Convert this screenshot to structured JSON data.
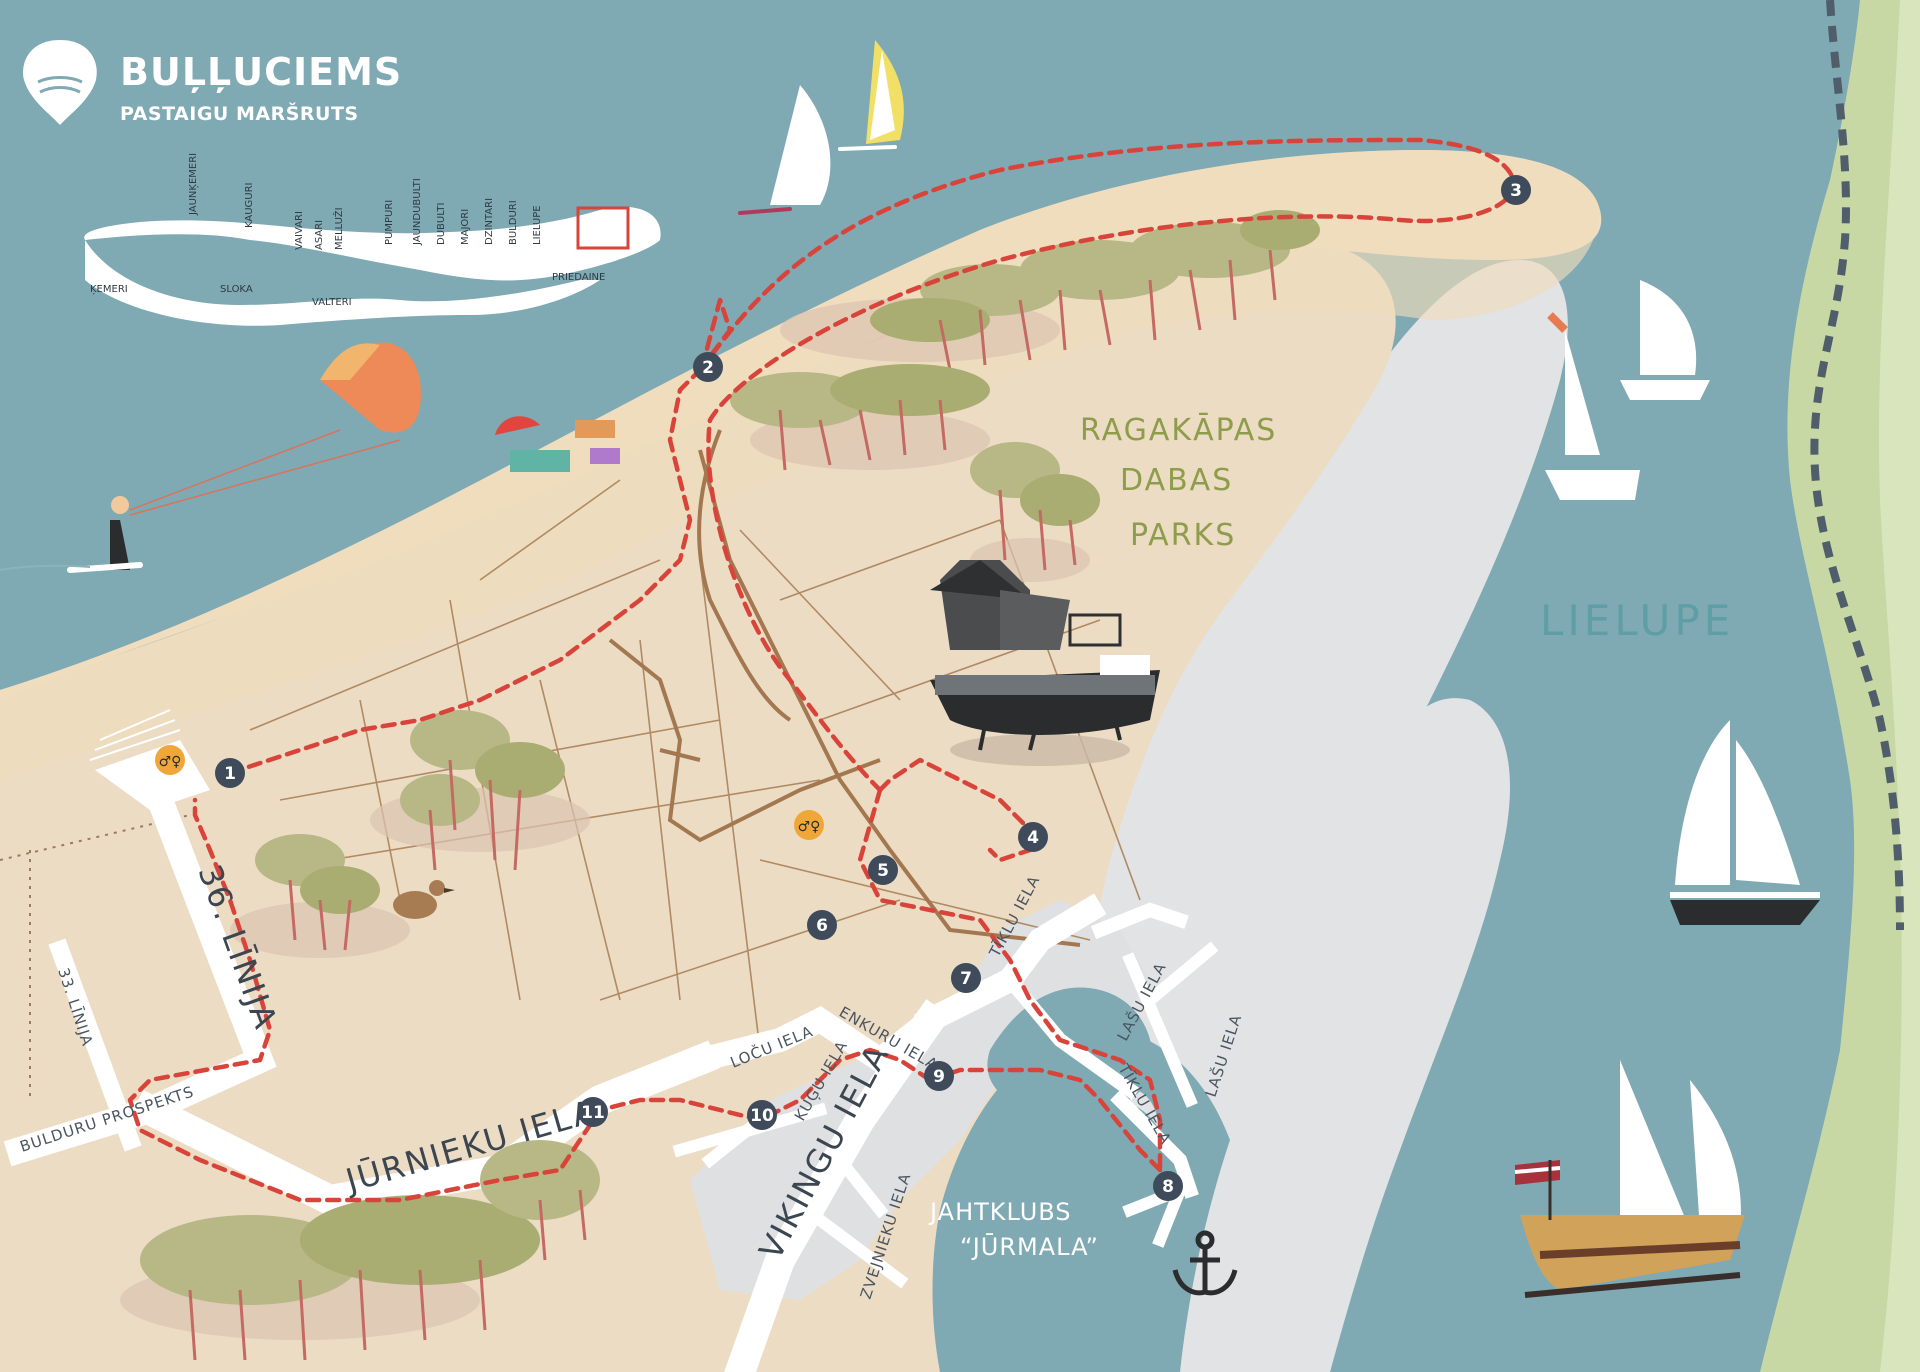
{
  "header": {
    "title": "BUĻĻUCIEMS",
    "subtitle": "PASTAIGU MARŠRUTS"
  },
  "minimap": {
    "places": [
      "ĶEMERI",
      "JAUNĶEMERI",
      "SLOKA",
      "KAUGURI",
      "VAIVARI",
      "ASARI",
      "MELLUŽI",
      "VALTERI",
      "PUMPURI",
      "JAUNDUBULTI",
      "DUBULTI",
      "MAJORI",
      "DZINTARI",
      "BULDURI",
      "LIELUPE",
      "PRIEDAINE"
    ]
  },
  "areas": {
    "park_lines": [
      "RAGAKĀPAS",
      "DABAS",
      "PARKS"
    ],
    "river": "LIELUPE",
    "yacht_club_lines": [
      "JAHTKLUBS",
      "“JŪRMALA”"
    ]
  },
  "streets": {
    "line36": "36. LĪNIJA",
    "line33": "33. LĪNIJA",
    "bulduru": "BULDURU PROSPEKTS",
    "jurnieku": "JŪRNIEKU IELA",
    "vikingu": "VIKINGU IELA",
    "locu": "LOČU IELA",
    "enkuru": "ENKURU IELA",
    "kugu": "KUĢU IELA",
    "tiklu1": "TĪKLU IELA",
    "tiklu2": "TĪKLU IELA",
    "lasu1": "LAŠU IELA",
    "lasu2": "LAŠU IELA",
    "zvejnieku": "ZVEJNIEKU IELA"
  },
  "waypoints": [
    "1",
    "2",
    "3",
    "4",
    "5",
    "6",
    "7",
    "8",
    "9",
    "10",
    "11"
  ],
  "colors": {
    "sea": "#7fa9b3",
    "beach": "#f1dfc3",
    "land": "#ecdcc4",
    "road": "#ffffff",
    "route": "#d9443a",
    "marker": "#3f4a5a",
    "park_text": "#8e9d4b",
    "tree": "#b7b885",
    "trunk": "#c46a62",
    "sand_grey": "#e2e3e5"
  },
  "icons": [
    "location-pin-icon",
    "wc-icon",
    "anchor-icon",
    "sailboat-icon",
    "windsurfer-icon",
    "kitesurfer-icon",
    "fishing-boat-icon",
    "galleon-icon",
    "bird-icon",
    "railway-line"
  ]
}
